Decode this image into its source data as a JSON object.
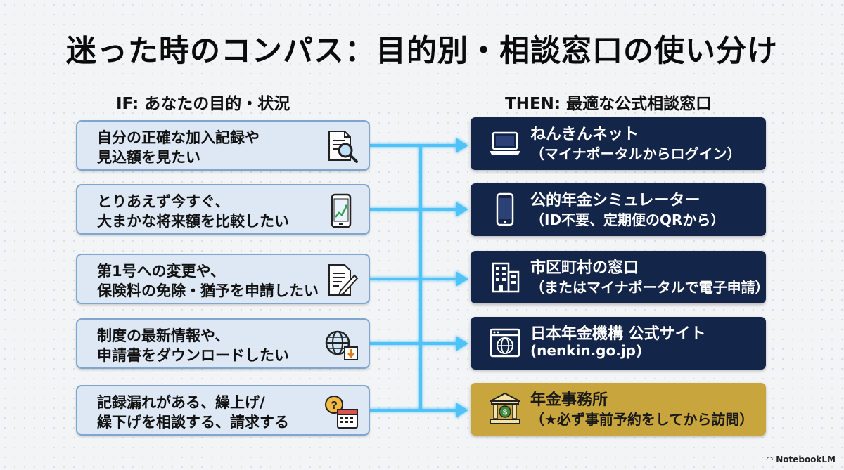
{
  "title": "迷った時のコンパス：目的別・相談窓口の使い分け",
  "left_header": "IF: あなたの目的・状況",
  "right_header": "THEN: 最適な公式相談窓口",
  "rows": [
    {
      "if_text": "自分の正確な加入記録や\n見込額を見たい",
      "if_icon": "document-magnifier-icon",
      "then_title": "ねんきんネット",
      "then_sub": "（マイナポータルからログイン）",
      "then_icon": "laptop-icon"
    },
    {
      "if_text": "とりあえず今すぐ、\n大まかな将来額を比較したい",
      "if_icon": "phone-chart-icon",
      "then_title": "公的年金シミュレーター",
      "then_sub": "（ID不要、定期便のQRから）",
      "then_icon": "smartphone-icon"
    },
    {
      "if_text": "第1号への変更や、\n保険料の免除・猶予を申請したい",
      "if_icon": "form-pen-icon",
      "then_title": "市区町村の窓口",
      "then_sub": "（またはマイナポータルで電子申請）",
      "then_icon": "office-building-icon"
    },
    {
      "if_text": "制度の最新情報や、\n申請書をダウンロードしたい",
      "if_icon": "globe-download-icon",
      "then_title": "日本年金機構 公式サイト",
      "then_sub": "(nenkin.go.jp)",
      "then_icon": "browser-globe-icon"
    },
    {
      "if_text": "記録漏れがある、繰上げ/\n繰下げを相談する、請求する",
      "if_icon": "question-calendar-icon",
      "then_title": "年金事務所",
      "then_sub": "（★必ず事前予約をしてから訪問）",
      "then_icon": "bank-building-icon"
    }
  ],
  "colors": {
    "left_box_fill": "#dde8f4",
    "left_box_border": "#7fa6cf",
    "right_box_fill": "#14254a",
    "right_box_highlight": "#c9a53d",
    "connector": "#4fc3f7"
  },
  "brand": "NotebookLM"
}
